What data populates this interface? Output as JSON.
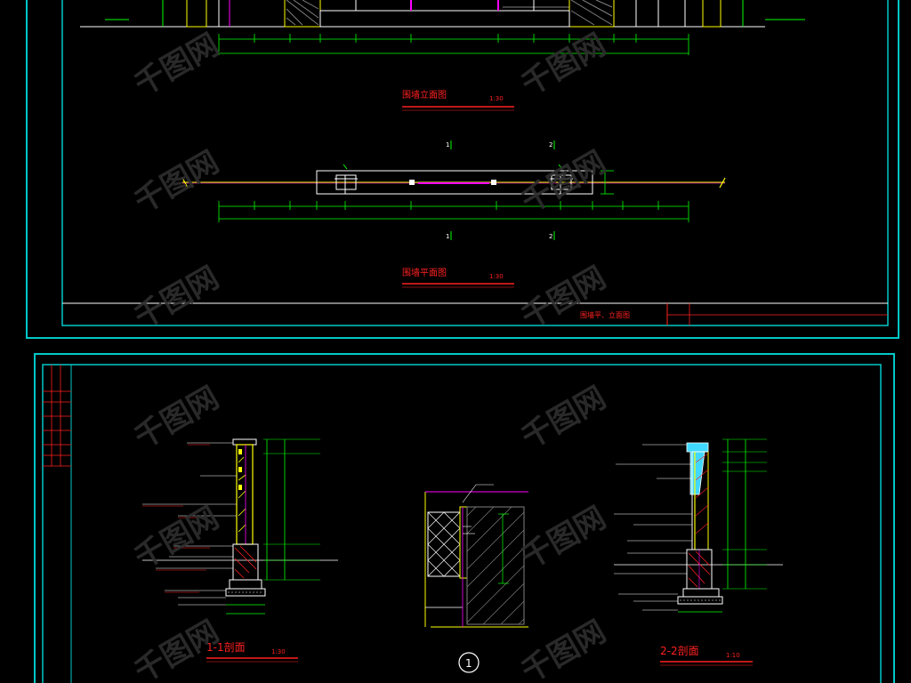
{
  "sheet_top": {
    "elevation_title": "围墙立面图",
    "elevation_scale": "1:30",
    "plan_title": "围墙平面图",
    "plan_scale": "1:30",
    "section_mark_1": "1",
    "section_mark_2": "2",
    "titleblock_name": "围墙平、立面图"
  },
  "sheet_bottom": {
    "section_1_title": "1-1剖面",
    "section_1_scale": "1:30",
    "section_2_title": "2-2剖面",
    "section_2_scale": "1:10",
    "detail_mark": "1"
  },
  "watermark": {
    "text": "千图网"
  },
  "colors": {
    "frame": "#00c8c8",
    "red": "#ff2020",
    "yellow": "#ffff00",
    "green": "#00ff00",
    "magenta": "#ff00ff",
    "white": "#ffffff",
    "cyan_fill": "#40d8ff"
  }
}
